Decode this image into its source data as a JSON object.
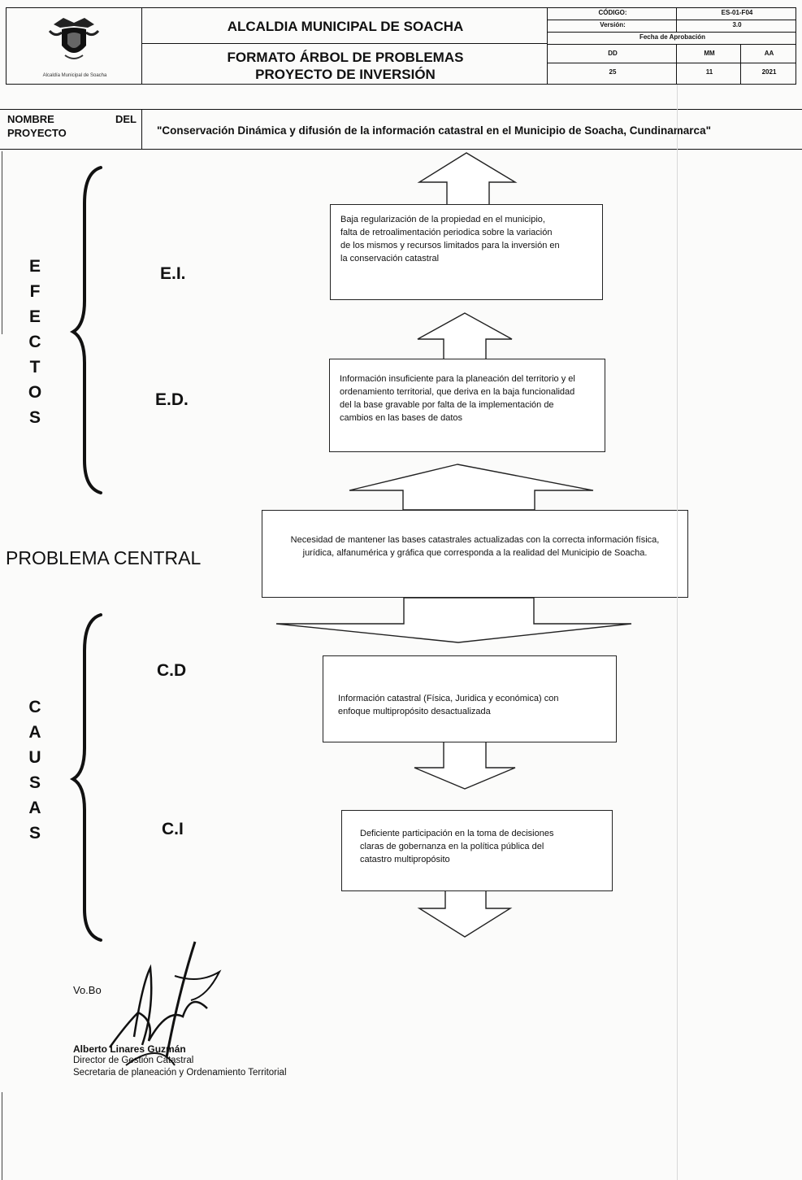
{
  "header": {
    "logo_caption": "Alcaldía Municipal de Soacha",
    "org_title": "ALCALDIA MUNICIPAL DE SOACHA",
    "form_title": "FORMATO ÁRBOL  DE PROBLEMAS PROYECTO DE INVERSIÓN",
    "code_label": "CÓDIGO:",
    "code_value": "ES-01-F04",
    "version_label": "Versión:",
    "version_value": "3.0",
    "approval_label": "Fecha de Aprobación",
    "dd_label": "DD",
    "mm_label": "MM",
    "aa_label": "AA",
    "dd_value": "25",
    "mm_value": "11",
    "aa_value": "2021"
  },
  "project": {
    "label_line1": "NOMBRE",
    "label_del": "DEL",
    "label_line2": "PROYECTO",
    "name": "\"Conservación Dinámica y difusión de la información catastral en el Municipio de Soacha, Cundinamarca\""
  },
  "efectos": {
    "letters": [
      "E",
      "F",
      "E",
      "C",
      "T",
      "O",
      "S"
    ],
    "ei_label": "E.I.",
    "ed_label": "E.D.",
    "ei_text": "Baja regularización de la propiedad en el municipio, falta de  retroalimentación periodica sobre la variación de los mismos y recursos limitados para la inversión en la conservación catastral",
    "ed_text": "Información insuficiente para la planeación del territorio y el ordenamiento territorial, que deriva en la baja funcionalidad del la base gravable por falta de la implementación de cambios en las bases de datos"
  },
  "central": {
    "label": "PROBLEMA  CENTRAL",
    "text": "Necesidad de mantener las bases catastrales actualizadas con la correcta información física, jurídica, alfanumérica y gráfica que corresponda a la realidad del Municipio de Soacha."
  },
  "causas": {
    "letters": [
      "C",
      "A",
      "U",
      "S",
      "A",
      "S"
    ],
    "cd_label": "C.D",
    "ci_label": "C.I",
    "cd_text": "Información catastral (Física, Juridica y económica) con enfoque multipropósito  desactualizada",
    "ci_text": "Deficiente participación en la toma de decisiones claras de gobernanza en la política pública del catastro multipropósito"
  },
  "signature": {
    "vobo": "Vo.Bo",
    "name": "Alberto Linares Guzmán",
    "position": "Director de Gestión Catastral",
    "office": "Secretaria de planeación y Ordenamiento Territorial"
  }
}
